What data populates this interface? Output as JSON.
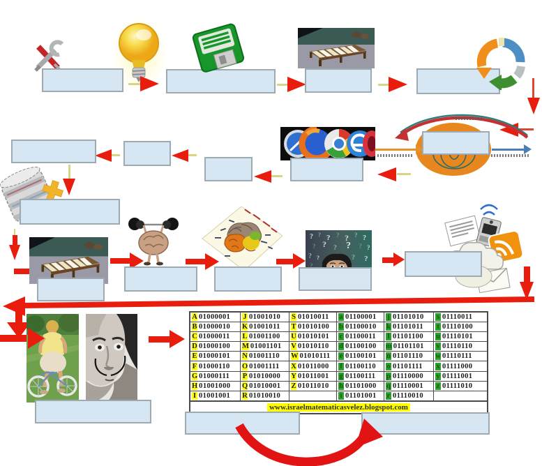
{
  "footer": {
    "website": "www.israelmatematicasvelez.blogspot.com"
  },
  "ascii_table": {
    "uppercase_highlight": "#ffff00",
    "lowercase_highlight": "#2da02d",
    "columns": [
      [
        [
          "A",
          "01000001"
        ],
        [
          "B",
          "01000010"
        ],
        [
          "C",
          "01000011"
        ],
        [
          "D",
          "01000100"
        ],
        [
          "E",
          "01000101"
        ],
        [
          "F",
          "01000110"
        ],
        [
          "G",
          "01000111"
        ],
        [
          "H",
          "01001000"
        ],
        [
          "I",
          "01001001"
        ]
      ],
      [
        [
          "J",
          "01001010"
        ],
        [
          "K",
          "01001011"
        ],
        [
          "L",
          "01001100"
        ],
        [
          "M",
          "01001101"
        ],
        [
          "N",
          "01001110"
        ],
        [
          "O",
          "01001111"
        ],
        [
          "P",
          "01010000"
        ],
        [
          "Q",
          "01010001"
        ],
        [
          "R",
          "01010010"
        ]
      ],
      [
        [
          "S",
          "01010011"
        ],
        [
          "T",
          "01010100"
        ],
        [
          "U",
          "01010101"
        ],
        [
          "V",
          "01010110"
        ],
        [
          "W",
          "01010111"
        ],
        [
          "X",
          "01011000"
        ],
        [
          "Y",
          "01011001"
        ],
        [
          "Z",
          "01011010"
        ]
      ],
      [
        [
          "a",
          "01100001"
        ],
        [
          "b",
          "01100010"
        ],
        [
          "c",
          "01100011"
        ],
        [
          "d",
          "01100100"
        ],
        [
          "e",
          "01100101"
        ],
        [
          "f",
          "01100110"
        ],
        [
          "g",
          "01100111"
        ],
        [
          "h",
          "01101000"
        ],
        [
          "i",
          "01101001"
        ]
      ],
      [
        [
          "j",
          "01101010"
        ],
        [
          "k",
          "01101011"
        ],
        [
          "l",
          "01101100"
        ],
        [
          "m",
          "01101101"
        ],
        [
          "n",
          "01101110"
        ],
        [
          "o",
          "01101111"
        ],
        [
          "p",
          "01110000"
        ],
        [
          "q",
          "01110001"
        ],
        [
          "r",
          "01110010"
        ]
      ],
      [
        [
          "s",
          "01110011"
        ],
        [
          "t",
          "01110100"
        ],
        [
          "u",
          "01110101"
        ],
        [
          "v",
          "01110110"
        ],
        [
          "w",
          "01110111"
        ],
        [
          "x",
          "01111000"
        ],
        [
          "y",
          "01111001"
        ],
        [
          "z",
          "01111010"
        ]
      ]
    ]
  },
  "icons": {
    "tools-icon": "crossed wrench and screwdriver",
    "lightbulb-icon": "glowing idea light bulb",
    "floppy-disk-icon": "green diskette",
    "bed-photo": "wooden bed frame with slats",
    "recycle-arrows-icon": "circular process arrows",
    "feedback-loop-diagram": "orange ellipse with curved feedback arrow",
    "browser-logos-photo": "web browser logos on black",
    "film-reel-icon": "film reel stack with yellow plus",
    "brain-weightlifting-icon": "brain lifting dumbbells",
    "brain-math-icon": "colorful brain on tilted math sheet",
    "questions-photo": "woman peeking under question marks",
    "cloud-computing-icon": "cloud with documents, phone and rss",
    "woman-bike-photo": "woman on small bicycle in garden",
    "dali-photo": "Salvador Dali black and white portrait",
    "red-arrow": "flow arrow"
  },
  "colors": {
    "box_fill": "#d6e7f3",
    "box_border": "#9daab2",
    "arrow_red": "#e81d0e",
    "tail_yellow": "#d9d483",
    "table_border": "#4a4a4a",
    "orange": "#e8871e",
    "blue": "#4a7fb5"
  }
}
